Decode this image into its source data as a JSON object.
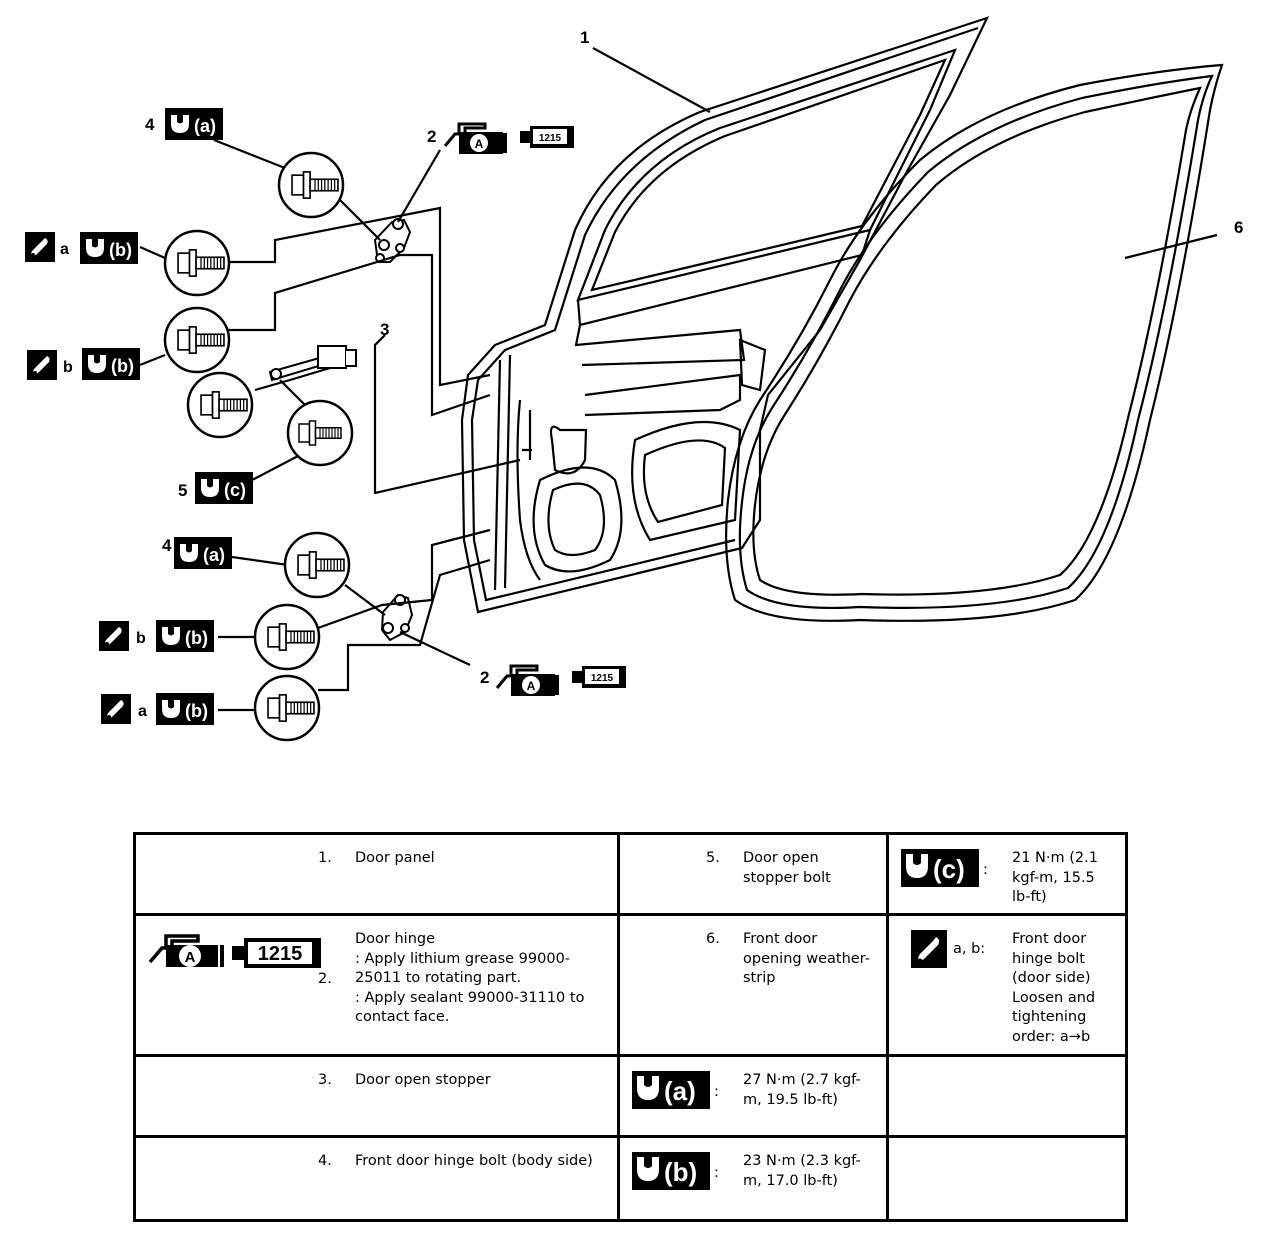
{
  "callouts": {
    "c1": "1",
    "c2_top": "2",
    "c2_bottom": "2",
    "c3": "3",
    "c4_top": "4",
    "c4_bottom": "4",
    "c5": "5",
    "c6": "6",
    "letter_a": "a",
    "letter_b": "b"
  },
  "symbols": {
    "torque_a": "(a)",
    "torque_b": "(b)",
    "torque_c": "(c)",
    "grease_letter": "A",
    "sealant_code": "1215",
    "torque_icon": "torque-wrench-icon",
    "grease_icon": "grease-gun-icon",
    "sealant_icon": "sealant-tube-icon",
    "order_icon": "tightening-order-icon"
  },
  "legend": {
    "item1_num": "1.",
    "item1_text": "Door panel",
    "item2_num": "2.",
    "item2_line1": "Door hinge",
    "item2_line2": ": Apply lithium grease 99000-25011 to rotating part.",
    "item2_line3": ": Apply sealant 99000-31110 to contact face.",
    "item3_num": "3.",
    "item3_text": "Door open stopper",
    "item4_num": "4.",
    "item4_text": "Front door hinge bolt (body side)",
    "item5_num": "5.",
    "item5_text": "Door open stopper bolt",
    "item6_num": "6.",
    "item6_text": "Front door opening weather-strip",
    "torque_c_value": "21 N·m (2.1 kgf-m, 15.5 lb-ft)",
    "torque_a_value": "27 N·m (2.7 kgf-m, 19.5 lb-ft)",
    "torque_b_value": "23 N·m (2.3 kgf-m, 17.0 lb-ft)",
    "order_label": "a, b:",
    "order_text": "Front door hinge bolt (door side) Loosen and tightening order: a→b",
    "colon": ":"
  }
}
